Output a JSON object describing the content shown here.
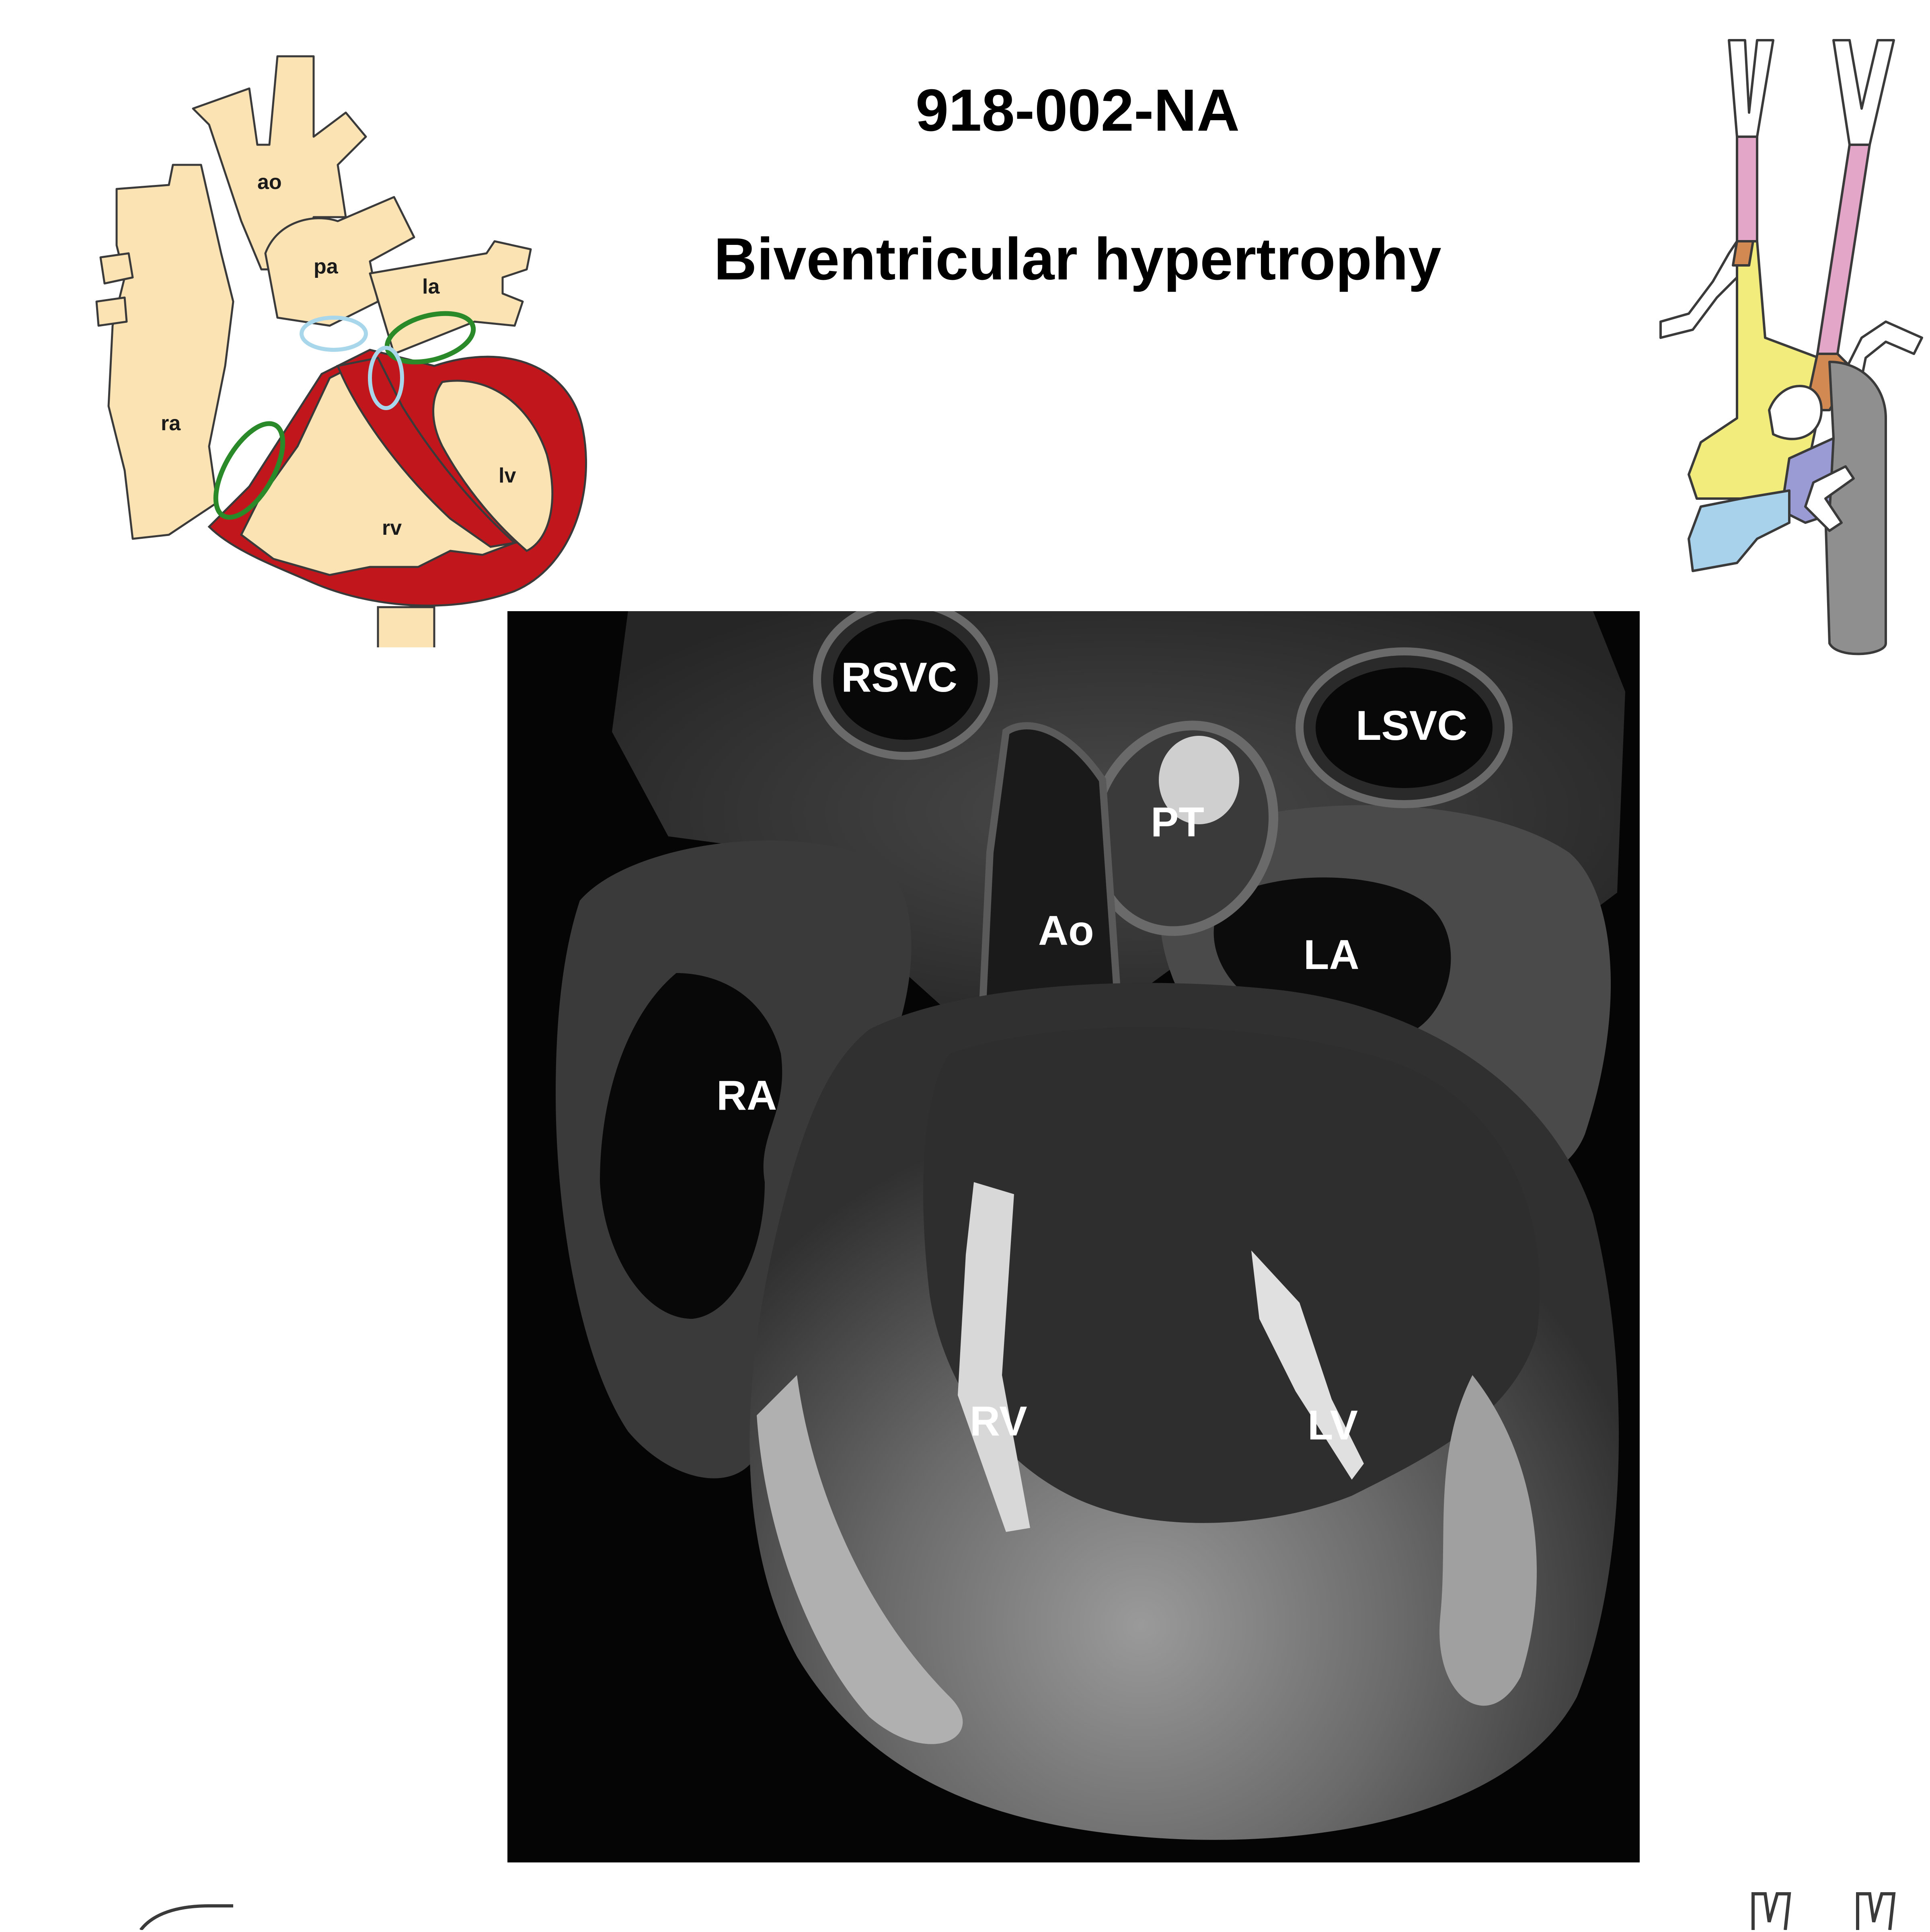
{
  "header": {
    "specimen_id": "918-002-NA",
    "condition": "Biventricular hypertrophy"
  },
  "heart_diagram": {
    "labels": {
      "ao": "ao",
      "pa": "pa",
      "la": "la",
      "ra": "ra",
      "rv": "rv",
      "lv": "lv"
    },
    "colors": {
      "tissue": "#fbe3b4",
      "myocardium": "#c1171c",
      "valve_ring": "#2a8a2a",
      "outflow_ring": "#a8d6ea",
      "outline": "#3a3a3a"
    }
  },
  "vessel_diagram": {
    "colors": {
      "carotid": "#e4a6c8",
      "arch": "#f1ec7c",
      "branch": "#d28a52",
      "pulmonary": "#9a9ad4",
      "sub": "#a8d2ec",
      "descending": "#8f8f8f",
      "outline": "#3a3a3a"
    }
  },
  "mri": {
    "labels": {
      "rsvc": "RSVC",
      "lsvc": "LSVC",
      "pt": "PT",
      "ao": "Ao",
      "la": "LA",
      "ra": "RA",
      "rv": "RV",
      "lv": "LV"
    },
    "colors": {
      "background": "#050505",
      "tissue_dark": "#2e2e2e",
      "tissue_mid": "#5a5a5a",
      "tissue_bright": "#cfcfcf",
      "label": "#ffffff"
    }
  }
}
